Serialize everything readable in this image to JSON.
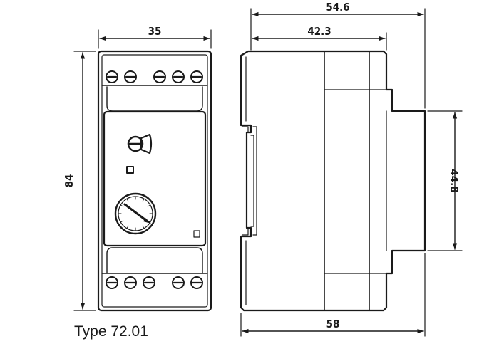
{
  "caption": "Type 72.01",
  "dimensions": {
    "front_width": "35",
    "front_height": "84",
    "side_total_depth": "54.6",
    "side_body_depth": "42.3",
    "side_base_width": "58",
    "side_neck_height": "44.8"
  },
  "colors": {
    "ink": "#1a1a1a",
    "background": "#ffffff"
  },
  "icons": {
    "lamp": "led-lamp-icon",
    "led": "status-led-icon",
    "knob": "adjustment-knob-icon",
    "terminal": "screw-terminal-icon"
  }
}
